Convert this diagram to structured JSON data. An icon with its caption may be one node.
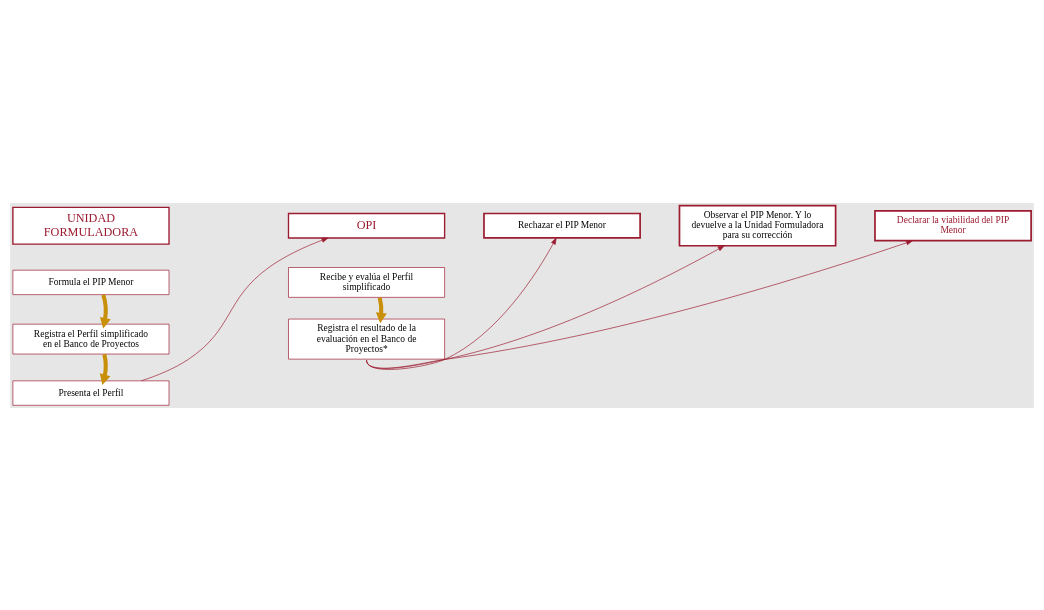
{
  "diagram": {
    "nodes": [
      {
        "text": [
          "UNIDAD FORMULADORA"
        ]
      },
      {
        "text": [
          "Formula el PIP Menor"
        ]
      },
      {
        "text": [
          "Registra el Perfil simplificado en el Banco de Proyectos"
        ]
      },
      {
        "text": [
          "Presenta el Perfil"
        ]
      },
      {
        "text": [
          "OPI"
        ]
      },
      {
        "text": [
          "Recibe y evalúa el Perfil simplificado"
        ]
      },
      {
        "text": [
          "Registra el resultado de la evaluación en el Banco de Proyectos*"
        ]
      },
      {
        "text": [
          "Rechazar el PIP Menor"
        ]
      },
      {
        "text": [
          "Observar el PIP Menor. Y lo devuelve a la Unidad Formuladora para su corrección"
        ]
      },
      {
        "text": [
          "Declarar la viabilidad del PIP Menor"
        ]
      }
    ],
    "edges": [
      {
        "from": 1,
        "to": 2,
        "arrow": "to",
        "style": "thick",
        "color": "#c8900a"
      },
      {
        "from": 2,
        "to": 3,
        "arrow": "to",
        "style": "thick",
        "color": "#c8900a"
      },
      {
        "from": 3,
        "to": 4,
        "arrow": "to"
      },
      {
        "from": 5,
        "to": 6,
        "arrow": "to",
        "style": "thick",
        "color": "#c8900a"
      },
      {
        "from": 6,
        "to": 7,
        "arrow": "to"
      },
      {
        "from": 6,
        "to": 8,
        "arrow": "to"
      },
      {
        "from": 6,
        "to": 9,
        "arrow": "to"
      }
    ]
  }
}
